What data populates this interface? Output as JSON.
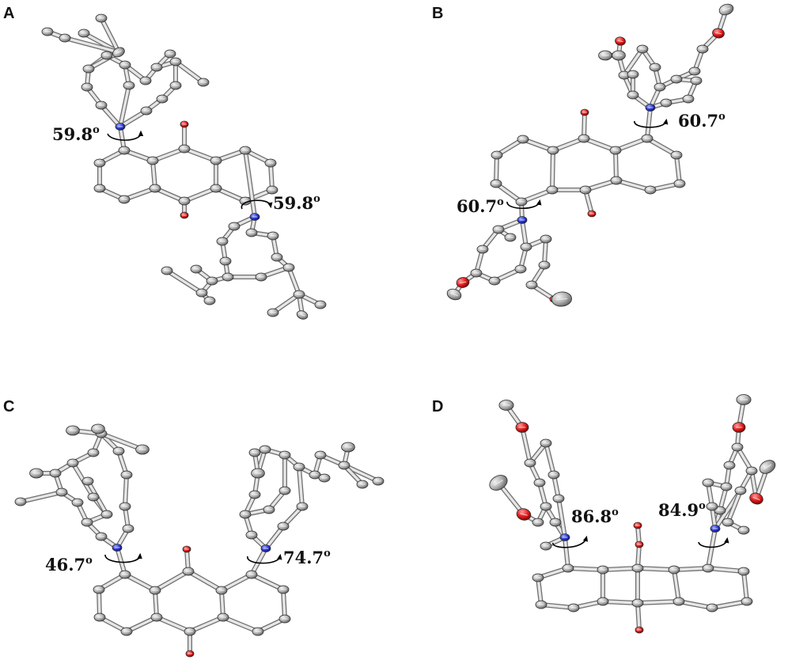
{
  "panels": [
    {
      "label": "A",
      "angles": [
        "59.8",
        "59.8"
      ]
    },
    {
      "label": "B",
      "angles": [
        "60.7",
        "60.7"
      ]
    },
    {
      "label": "C",
      "angles": [
        "46.7",
        "74.7"
      ]
    },
    {
      "label": "D",
      "angles": [
        "86.8",
        "84.9"
      ]
    }
  ],
  "degree_symbol": "o",
  "colors": {
    "carbon": "#a8a8a8",
    "oxygen": "#d42020",
    "nitrogen": "#2531cc",
    "bond": "#6f6f6f"
  }
}
